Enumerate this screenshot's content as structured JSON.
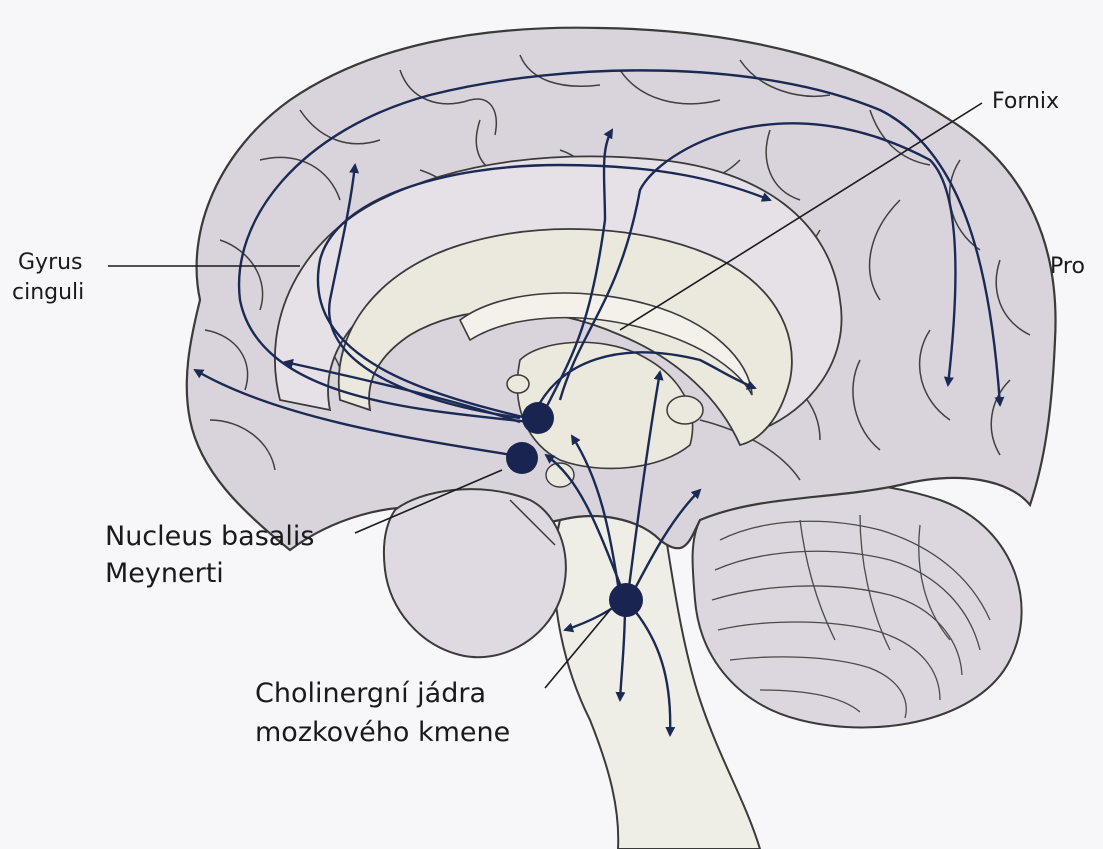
{
  "labels": {
    "gyrus_line1": "Gyrus",
    "gyrus_line2": "cinguli",
    "fornix": "Fornix",
    "pro_cut": "Pro",
    "nucleus_line1": "Nucleus basalis",
    "nucleus_line2": "Meynerti",
    "cholinergic_line1": "Cholinergní jádra",
    "cholinergic_line2": "mozkového kmene"
  },
  "colors": {
    "background": "#f7f7f9",
    "cortex": "#d9d3dc",
    "inner_region": "#ebe8de",
    "brainstem": "#efeee6",
    "cerebellum": "#dcd6df",
    "outline": "#3a3a3a",
    "pathway": "#1b2a55",
    "nucleus": "#1a2450"
  }
}
